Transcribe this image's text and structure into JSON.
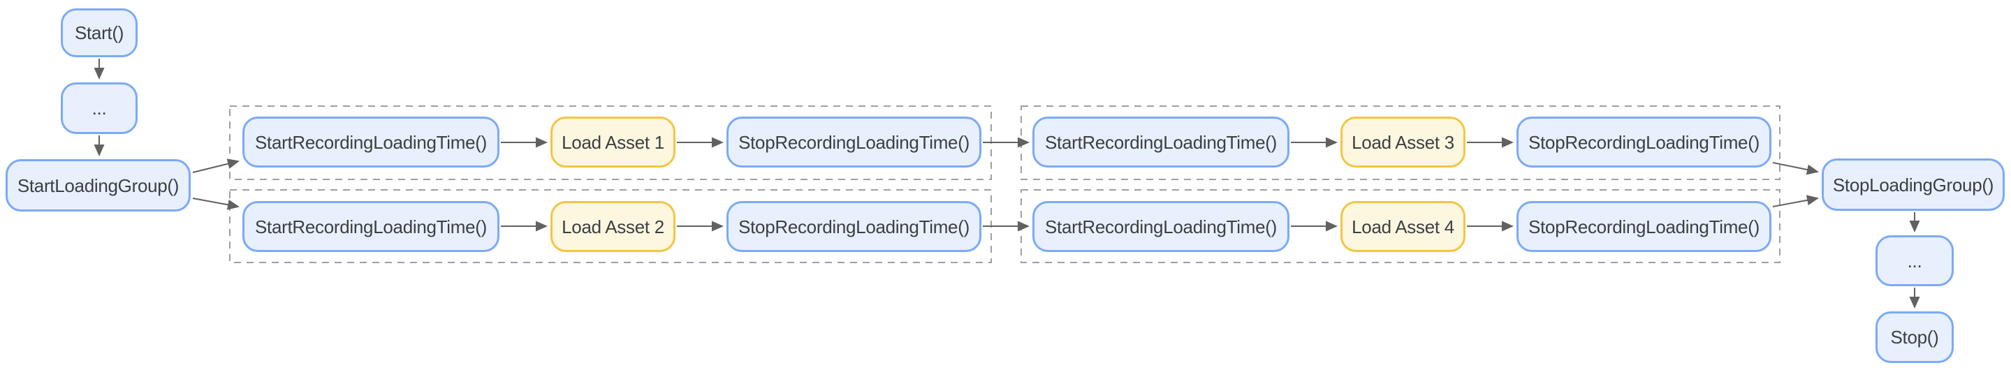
{
  "diagram": {
    "left_flow": {
      "start": "Start()",
      "ellipsis": "...",
      "start_loading_group": "StartLoadingGroup()"
    },
    "groups": [
      {
        "rows": [
          {
            "start_recording": "StartRecordingLoadingTime()",
            "load_asset": "Load Asset 1",
            "stop_recording": "StopRecordingLoadingTime()"
          },
          {
            "start_recording": "StartRecordingLoadingTime()",
            "load_asset": "Load Asset 2",
            "stop_recording": "StopRecordingLoadingTime()"
          }
        ]
      },
      {
        "rows": [
          {
            "start_recording": "StartRecordingLoadingTime()",
            "load_asset": "Load Asset 3",
            "stop_recording": "StopRecordingLoadingTime()"
          },
          {
            "start_recording": "StartRecordingLoadingTime()",
            "load_asset": "Load Asset 4",
            "stop_recording": "StopRecordingLoadingTime()"
          }
        ]
      }
    ],
    "right_flow": {
      "stop_loading_group": "StopLoadingGroup()",
      "ellipsis": "...",
      "stop": "Stop()"
    },
    "colors": {
      "node_fill_blue": "#E8F0FE",
      "node_border_blue": "#7BAAF7",
      "node_fill_yellow": "#FEF7E0",
      "node_border_yellow": "#F4C542",
      "edge": "#616161",
      "group_outline": "#9AA0A6",
      "text": "#3C4043",
      "background": "#FFFFFF"
    }
  }
}
